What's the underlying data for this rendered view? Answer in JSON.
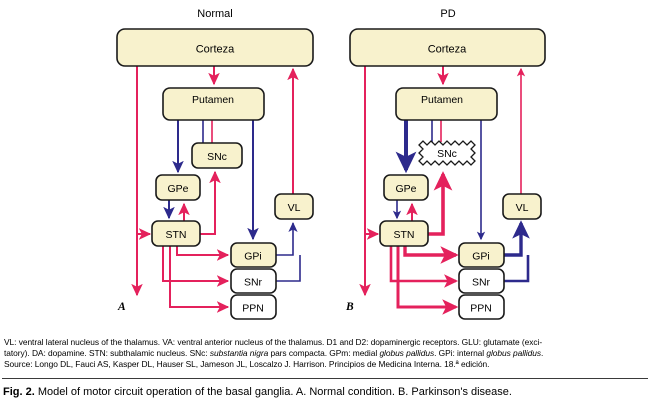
{
  "figure": {
    "panels": [
      {
        "id": "A",
        "title": "Normal",
        "letter": "A",
        "nodes": [
          {
            "key": "corteza",
            "label": "Corteza"
          },
          {
            "key": "putamen",
            "label": "Putamen"
          },
          {
            "key": "snc",
            "label": "SNc"
          },
          {
            "key": "gpe",
            "label": "GPe"
          },
          {
            "key": "stn",
            "label": "STN"
          },
          {
            "key": "vl",
            "label": "VL"
          },
          {
            "key": "gpi",
            "label": "GPi"
          },
          {
            "key": "snr",
            "label": "SNr"
          },
          {
            "key": "ppn",
            "label": "PPN"
          }
        ]
      },
      {
        "id": "B",
        "title": "PD",
        "letter": "B",
        "nodes": [
          {
            "key": "corteza",
            "label": "Corteza"
          },
          {
            "key": "putamen",
            "label": "Putamen"
          },
          {
            "key": "snc",
            "label": "SNc"
          },
          {
            "key": "gpe",
            "label": "GPe"
          },
          {
            "key": "stn",
            "label": "STN"
          },
          {
            "key": "vl",
            "label": "VL"
          },
          {
            "key": "gpi",
            "label": "GPi"
          },
          {
            "key": "snr",
            "label": "SNr"
          },
          {
            "key": "ppn",
            "label": "PPN"
          }
        ]
      }
    ],
    "colors": {
      "excitatory_red": "#e4215c",
      "inhibitory_blue": "#2d2a8c",
      "box_fill_cream": "#f8f2cd",
      "box_fill_white": "#ffffff",
      "box_stroke": "#1a1a1a"
    },
    "footnote": {
      "line1_a": "VL: ventral lateral nucleus of the thalamus. VA: ventral anterior nucleus of the thalamus. D1 and D2: dopaminergic receptors. GLU: glutamate (exci-",
      "line2_a": "tatory). DA: dopamine. STN: subthalamic nucleus. SNc: ",
      "line2_i": "substantia nigra",
      "line2_b": " pars compacta. GPm: medial ",
      "line2_i2": "globus pallidus",
      "line2_c": ". GPi: internal ",
      "line2_i3": "globus pallidus",
      "line2_d": ".",
      "line3_a": "Source: Longo DL, Fauci AS, Kasper DL, Hauser SL, Jameson JL, Loscalzo J. Harrison. Principios de Medicina Interna. 18.ª edición."
    },
    "caption": {
      "label": "Fig. 2.",
      "text": " Model of motor circuit operation of the basal ganglia. A. Normal condition. B. Parkinson's disease."
    }
  }
}
